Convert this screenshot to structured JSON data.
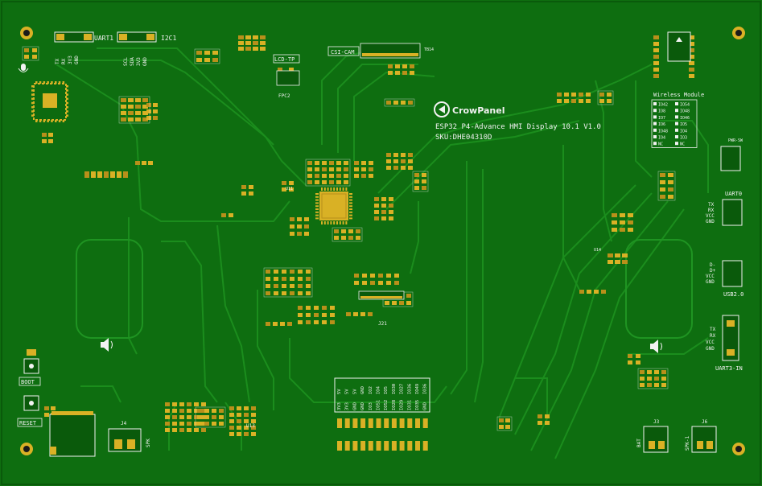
{
  "colors": {
    "board": "#0e6e10",
    "board_dark": "#0a5a0b",
    "trace": "#1c8f1e",
    "pad": "#d9b125",
    "pad_dark": "#b8901a",
    "silk": "#f2f2f2",
    "hole": "#1a1a1a"
  },
  "labels": {
    "uart1": "UART1",
    "i2c1": "I2C1",
    "csi_cam": "CSI-CAM",
    "lcd_tp": "LCD-TP",
    "fpc2": "FPC2",
    "brand": "CrowPanel",
    "board_name": "ESP32 P4-Advance HMI Display 10.1 V1.0",
    "sku": "SKU:DHE04310D",
    "wireless_title": "Wireless Module",
    "uart0": "UART0",
    "usb20": "USB2.0",
    "uart3_in": "UART3-IN",
    "boot": "BOOT",
    "reset": "RESET",
    "spk": "SPK",
    "spk1": "SPK-1",
    "bat": "BAT",
    "u13": "U13",
    "j4": "J4",
    "j3": "J3",
    "j6": "J6",
    "j21": "J21",
    "u11": "U11",
    "u14": "U14",
    "tb14": "TB14",
    "pwr_sw": "PWR-SW"
  },
  "wireless_pins": [
    [
      "IO42",
      "IO54"
    ],
    [
      "IO8",
      "IO48"
    ],
    [
      "IO7",
      "IO46"
    ],
    [
      "IO6",
      "IO5"
    ],
    [
      "IO48",
      "IO4"
    ],
    [
      "IO4",
      "IO3"
    ],
    [
      "NC",
      "NC"
    ]
  ],
  "header_pins": {
    "top_row": [
      "5V",
      "5V",
      "5V",
      "GND",
      "IO2",
      "IO4",
      "IO5",
      "IO30",
      "IO27",
      "IO36",
      "IO49",
      "IO36"
    ],
    "bottom_row": [
      "3V3",
      "3V3",
      "GND",
      "GND",
      "IO3",
      "IO51",
      "IO52",
      "IO28",
      "IO29",
      "IO31",
      "IO35",
      "GND"
    ]
  },
  "uart1_pins": [
    "TX",
    "RX",
    "3V3",
    "GND"
  ],
  "i2c1_pins": [
    "SCL",
    "SDA",
    "3V3",
    "GND"
  ],
  "uart0_pins": [
    "TX",
    "RX",
    "VCC",
    "GND"
  ],
  "usb_pins": [
    "D-",
    "D+",
    "VCC",
    "GND"
  ],
  "uart3_pins": [
    "TX",
    "RX",
    "VCC",
    "GND"
  ]
}
